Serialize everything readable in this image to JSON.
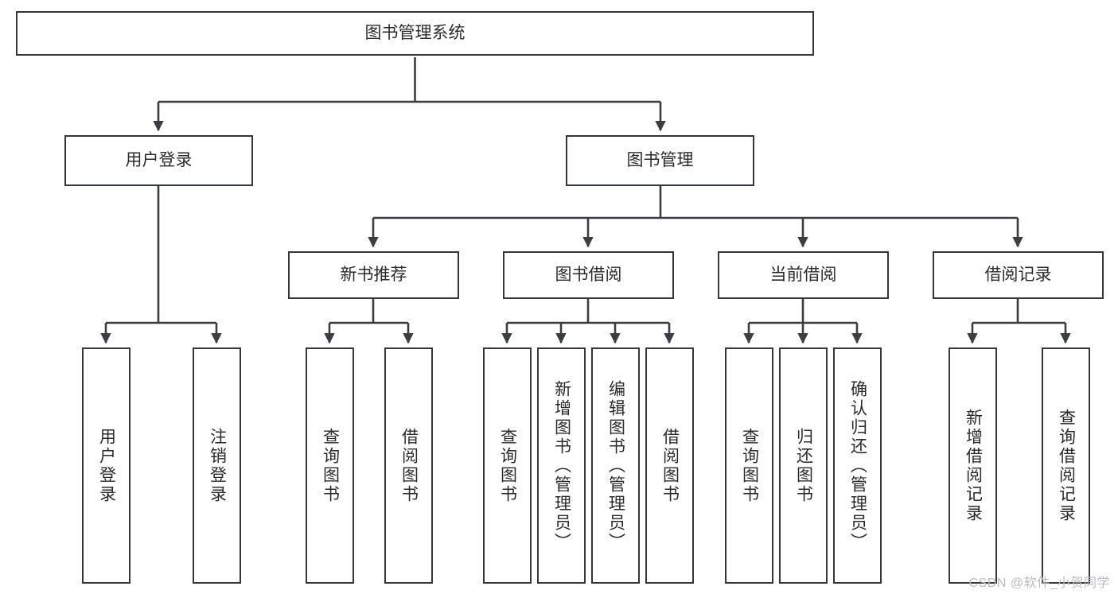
{
  "diagram": {
    "title": "图书管理系统",
    "type": "tree",
    "watermark": "CSDN @软件_小贺同学",
    "colors": {
      "box_stroke": "#33363b",
      "box_fill": "#ffffff",
      "connector": "#3a3d42",
      "text": "#2b2b2b",
      "watermark": "#b9bcc0",
      "background": "#ffffff"
    },
    "levels": {
      "root": {
        "label": "图书管理系统",
        "orientation": "horizontal"
      },
      "level2": [
        {
          "label": "用户登录",
          "orientation": "horizontal"
        },
        {
          "label": "图书管理",
          "orientation": "horizontal"
        }
      ],
      "level3": [
        {
          "label": "新书推荐",
          "orientation": "horizontal",
          "parent": "图书管理"
        },
        {
          "label": "图书借阅",
          "orientation": "horizontal",
          "parent": "图书管理"
        },
        {
          "label": "当前借阅",
          "orientation": "horizontal",
          "parent": "图书管理"
        },
        {
          "label": "借阅记录",
          "orientation": "horizontal",
          "parent": "图书管理"
        }
      ],
      "leaves": [
        {
          "label": "用户登录",
          "orientation": "vertical",
          "parent": "用户登录"
        },
        {
          "label": "注销登录",
          "orientation": "vertical",
          "parent": "用户登录"
        },
        {
          "label": "查询图书",
          "orientation": "vertical",
          "parent": "新书推荐"
        },
        {
          "label": "借阅图书",
          "orientation": "vertical",
          "parent": "新书推荐"
        },
        {
          "label": "查询图书",
          "orientation": "vertical",
          "parent": "图书借阅"
        },
        {
          "label": "新增图书（管理员）",
          "orientation": "vertical",
          "parent": "图书借阅"
        },
        {
          "label": "编辑图书（管理员）",
          "orientation": "vertical",
          "parent": "图书借阅"
        },
        {
          "label": "借阅图书",
          "orientation": "vertical",
          "parent": "图书借阅"
        },
        {
          "label": "查询图书",
          "orientation": "vertical",
          "parent": "当前借阅"
        },
        {
          "label": "归还图书",
          "orientation": "vertical",
          "parent": "当前借阅"
        },
        {
          "label": "确认归还（管理员）",
          "orientation": "vertical",
          "parent": "当前借阅"
        },
        {
          "label": "新增借阅记录",
          "orientation": "vertical",
          "parent": "借阅记录"
        },
        {
          "label": "查询借阅记录",
          "orientation": "vertical",
          "parent": "借阅记录"
        }
      ]
    }
  }
}
